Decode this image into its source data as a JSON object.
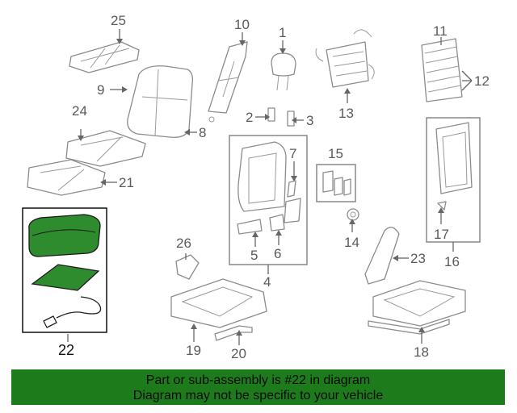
{
  "diagram": {
    "callouts": {
      "c1": "1",
      "c2": "2",
      "c3": "3",
      "c4": "4",
      "c5": "5",
      "c6": "6",
      "c7": "7",
      "c8": "8",
      "c9": "9",
      "c10": "10",
      "c11": "11",
      "c12": "12",
      "c13": "13",
      "c14": "14",
      "c15": "15",
      "c16": "16",
      "c17": "17",
      "c18": "18",
      "c19": "19",
      "c20": "20",
      "c21": "21",
      "c22": "22",
      "c23": "23",
      "c24": "24",
      "c25": "25",
      "c26": "26"
    },
    "highlighted_part": "22",
    "highlight_color": "#2e8b2e"
  },
  "footer": {
    "line1": "Part or sub-assembly is #22 in diagram",
    "line2": "Diagram may not be specific to your vehicle",
    "background": "#1e7b1c"
  }
}
